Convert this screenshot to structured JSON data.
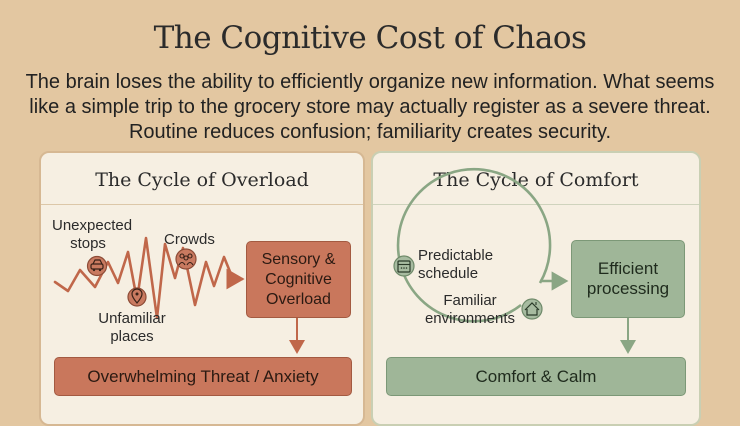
{
  "title": "The Cognitive Cost of Chaos",
  "subtitle": "The brain loses the ability to efficiently organize new information. What seems like a simple trip to the grocery store may actually register as a severe threat. Routine reduces confusion; familiarity creates security.",
  "overload": {
    "header": "The Cycle of Overload",
    "triggers": {
      "unexpected_stops": "Unexpected stops",
      "crowds": "Crowds",
      "unfamiliar_places": "Unfamiliar places"
    },
    "result_box": "Sensory & Cognitive Overload",
    "outcome": "Overwhelming Threat / Anxiety",
    "icons": [
      "car-icon",
      "people-icon",
      "location-pin-icon"
    ]
  },
  "comfort": {
    "header": "The Cycle of Comfort",
    "inputs": {
      "schedule": "Predictable schedule",
      "environments": "Familiar environments"
    },
    "result_box": "Efficient processing",
    "outcome": "Comfort & Calm",
    "icons": [
      "calendar-icon",
      "house-icon"
    ]
  },
  "colors": {
    "background": "#e3c7a1",
    "overload_accent": "#c9775c",
    "comfort_accent": "#9fb698"
  }
}
